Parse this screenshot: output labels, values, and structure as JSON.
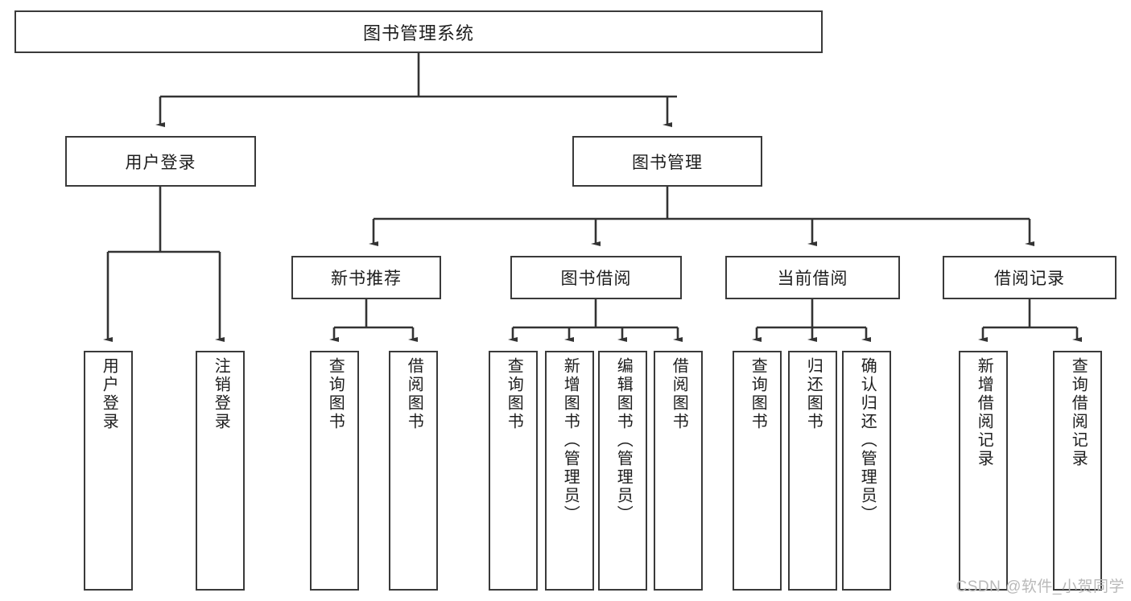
{
  "diagram": {
    "title": "图书管理系统",
    "type": "tree-hierarchy-diagram",
    "root": {
      "id": "root",
      "label": "图书管理系统"
    },
    "level2": [
      {
        "id": "user-login",
        "label": "用户登录"
      },
      {
        "id": "book-manage",
        "label": "图书管理"
      }
    ],
    "level3": [
      {
        "id": "new-book-rec",
        "label": "新书推荐"
      },
      {
        "id": "book-borrow",
        "label": "图书借阅"
      },
      {
        "id": "current-borrow",
        "label": "当前借阅"
      },
      {
        "id": "borrow-record",
        "label": "借阅记录"
      }
    ],
    "leaves": {
      "user_login": [
        {
          "id": "leaf-user-login",
          "label": "用户登录"
        },
        {
          "id": "leaf-logout",
          "label": "注销登录"
        }
      ],
      "new_book_rec": [
        {
          "id": "leaf-query-book-1",
          "label": "查询图书"
        },
        {
          "id": "leaf-borrow-book-1",
          "label": "借阅图书"
        }
      ],
      "book_borrow": [
        {
          "id": "leaf-query-book-2",
          "label": "查询图书"
        },
        {
          "id": "leaf-add-book",
          "label": "新增图书（管理员）"
        },
        {
          "id": "leaf-edit-book",
          "label": "编辑图书（管理员）"
        },
        {
          "id": "leaf-borrow-book-2",
          "label": "借阅图书"
        }
      ],
      "current_borrow": [
        {
          "id": "leaf-query-book-3",
          "label": "查询图书"
        },
        {
          "id": "leaf-return-book",
          "label": "归还图书"
        },
        {
          "id": "leaf-confirm-return",
          "label": "确认归还（管理员）"
        }
      ],
      "borrow_record": [
        {
          "id": "leaf-add-record",
          "label": "新增借阅记录"
        },
        {
          "id": "leaf-query-record",
          "label": "查询借阅记录"
        }
      ]
    }
  },
  "watermark": {
    "text": "CSDN @软件_小贺同学"
  },
  "colors": {
    "box_border": "#3a3a3a",
    "box_fill": "#ffffff",
    "connector": "#333333",
    "text": "#1d1d1d",
    "watermark": "#b9b9b9",
    "background": "#ffffff"
  }
}
